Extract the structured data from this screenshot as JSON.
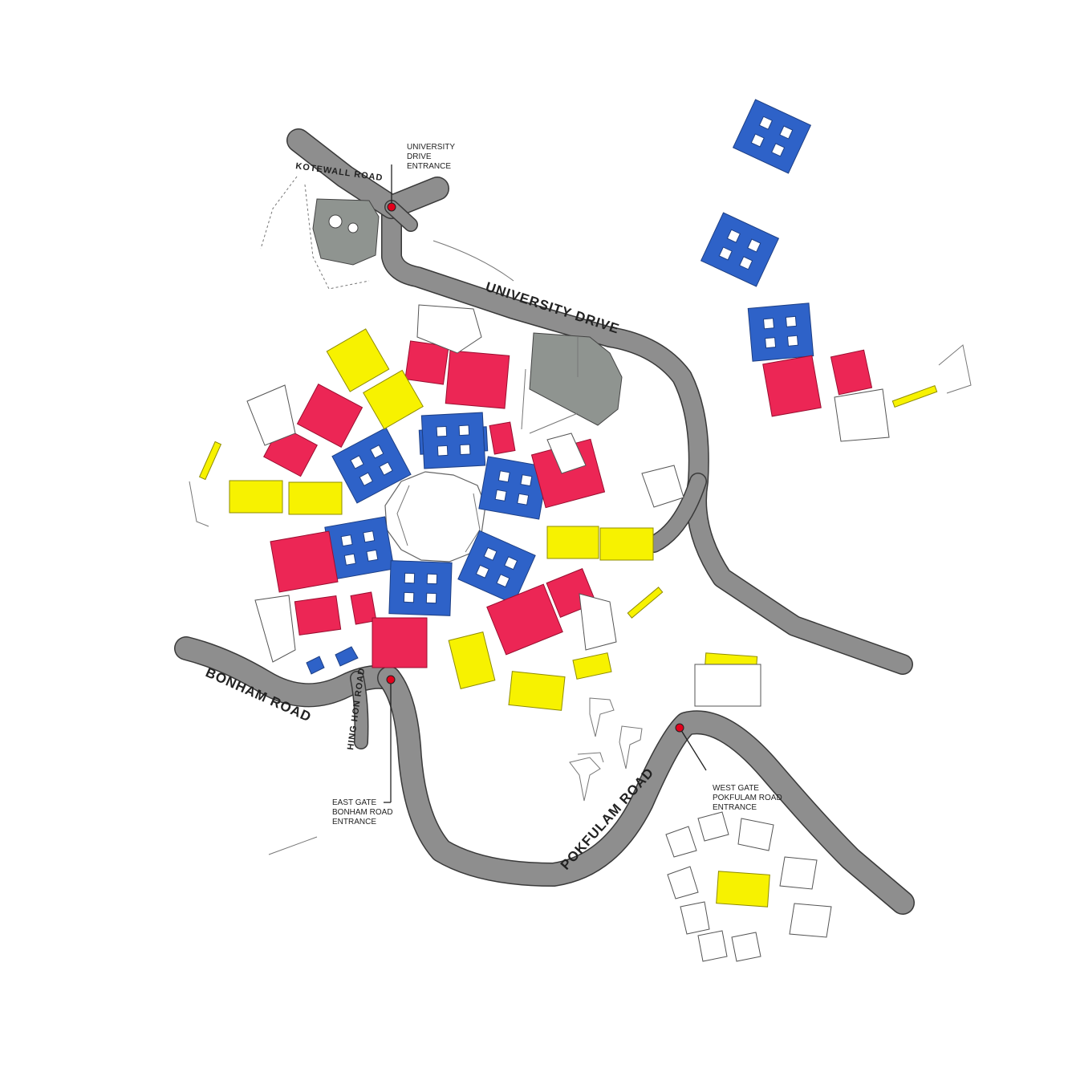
{
  "map": {
    "roads": {
      "university_drive": "UNIVERSITY DRIVE",
      "kotewall_road": "KOTEWALL ROAD",
      "bonham_road": "BONHAM ROAD",
      "hing_hon_road": "HING HON ROAD",
      "pokfulam_road": "POKFULAM ROAD"
    },
    "entrances": {
      "university_drive": [
        "UNIVERSITY",
        "DRIVE",
        "ENTRANCE"
      ],
      "east_gate": [
        "EAST GATE",
        "BONHAM ROAD",
        "ENTRANCE"
      ],
      "west_gate": [
        "WEST GATE",
        "POKFULAM ROAD",
        "ENTRANCE"
      ]
    },
    "colors": {
      "road": "#8e8e8e",
      "blue_block": "#2e62c8",
      "red_block": "#ec2655",
      "yellow_block": "#f7f200",
      "entrance_marker": "#e3001b",
      "open_area": "#8f9490"
    }
  }
}
